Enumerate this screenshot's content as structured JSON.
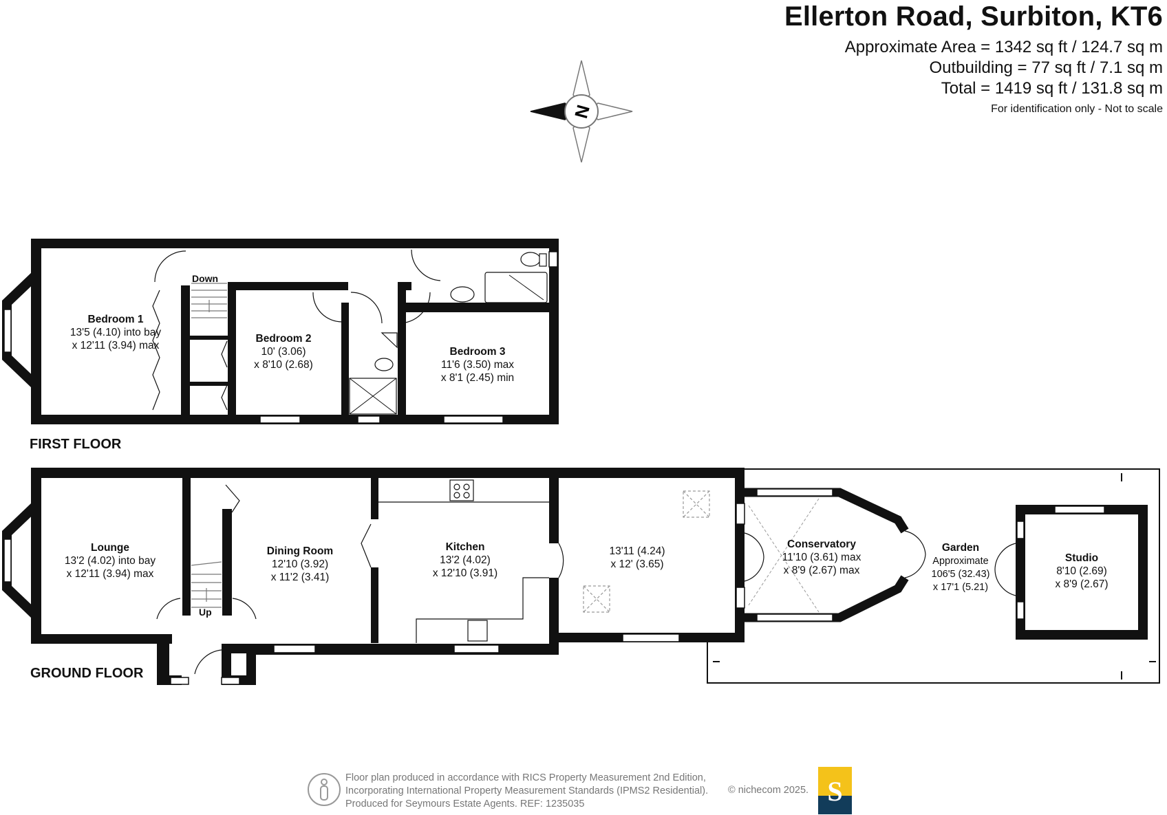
{
  "header": {
    "title": "Ellerton Road, Surbiton, KT6",
    "area_main": "Approximate Area = 1342 sq ft / 124.7 sq m",
    "area_outbuilding": "Outbuilding = 77 sq ft / 7.1 sq m",
    "area_total": "Total = 1419 sq ft / 131.8 sq m",
    "note": "For identification only - Not to scale"
  },
  "compass": {
    "label": "N"
  },
  "first_floor": {
    "label": "FIRST FLOOR",
    "stairs_label": "Down",
    "bedroom1": {
      "name": "Bedroom 1",
      "line1": "13'5 (4.10) into bay",
      "line2": "x 12'11 (3.94) max"
    },
    "bedroom2": {
      "name": "Bedroom 2",
      "line1": "10' (3.06)",
      "line2": "x 8'10 (2.68)"
    },
    "bedroom3": {
      "name": "Bedroom 3",
      "line1": "11'6 (3.50) max",
      "line2": "x 8'1 (2.45) min"
    }
  },
  "ground_floor": {
    "label": "GROUND FLOOR",
    "stairs_label": "Up",
    "lounge": {
      "name": "Lounge",
      "line1": "13'2 (4.02) into bay",
      "line2": "x 12'11 (3.94) max"
    },
    "dining": {
      "name": "Dining Room",
      "line1": "12'10 (3.92)",
      "line2": "x 11'2 (3.41)"
    },
    "kitchen": {
      "name": "Kitchen",
      "line1": "13'2 (4.02)",
      "line2": "x 12'10 (3.91)"
    },
    "extension": {
      "line1": "13'11 (4.24)",
      "line2": "x 12' (3.65)"
    },
    "conservatory": {
      "name": "Conservatory",
      "line1": "11'10 (3.61) max",
      "line2": "x 8'9 (2.67) max"
    },
    "garden": {
      "name": "Garden",
      "line1": "Approximate",
      "line2": "106'5 (32.43)",
      "line3": "x 17'1 (5.21)"
    },
    "studio": {
      "name": "Studio",
      "line1": "8'10 (2.69)",
      "line2": "x 8'9 (2.67)"
    }
  },
  "footer": {
    "line1": "Floor plan produced in accordance with RICS Property Measurement 2nd Edition,",
    "line2": "Incorporating International Property Measurement Standards (IPMS2 Residential).",
    "line3": "Produced for Seymours Estate Agents.   REF: 1235035",
    "copyright": "© nichecom 2025.",
    "logo_letter": "S",
    "logo_colors": {
      "top": "#f4c21a",
      "bottom": "#123c5a"
    }
  }
}
